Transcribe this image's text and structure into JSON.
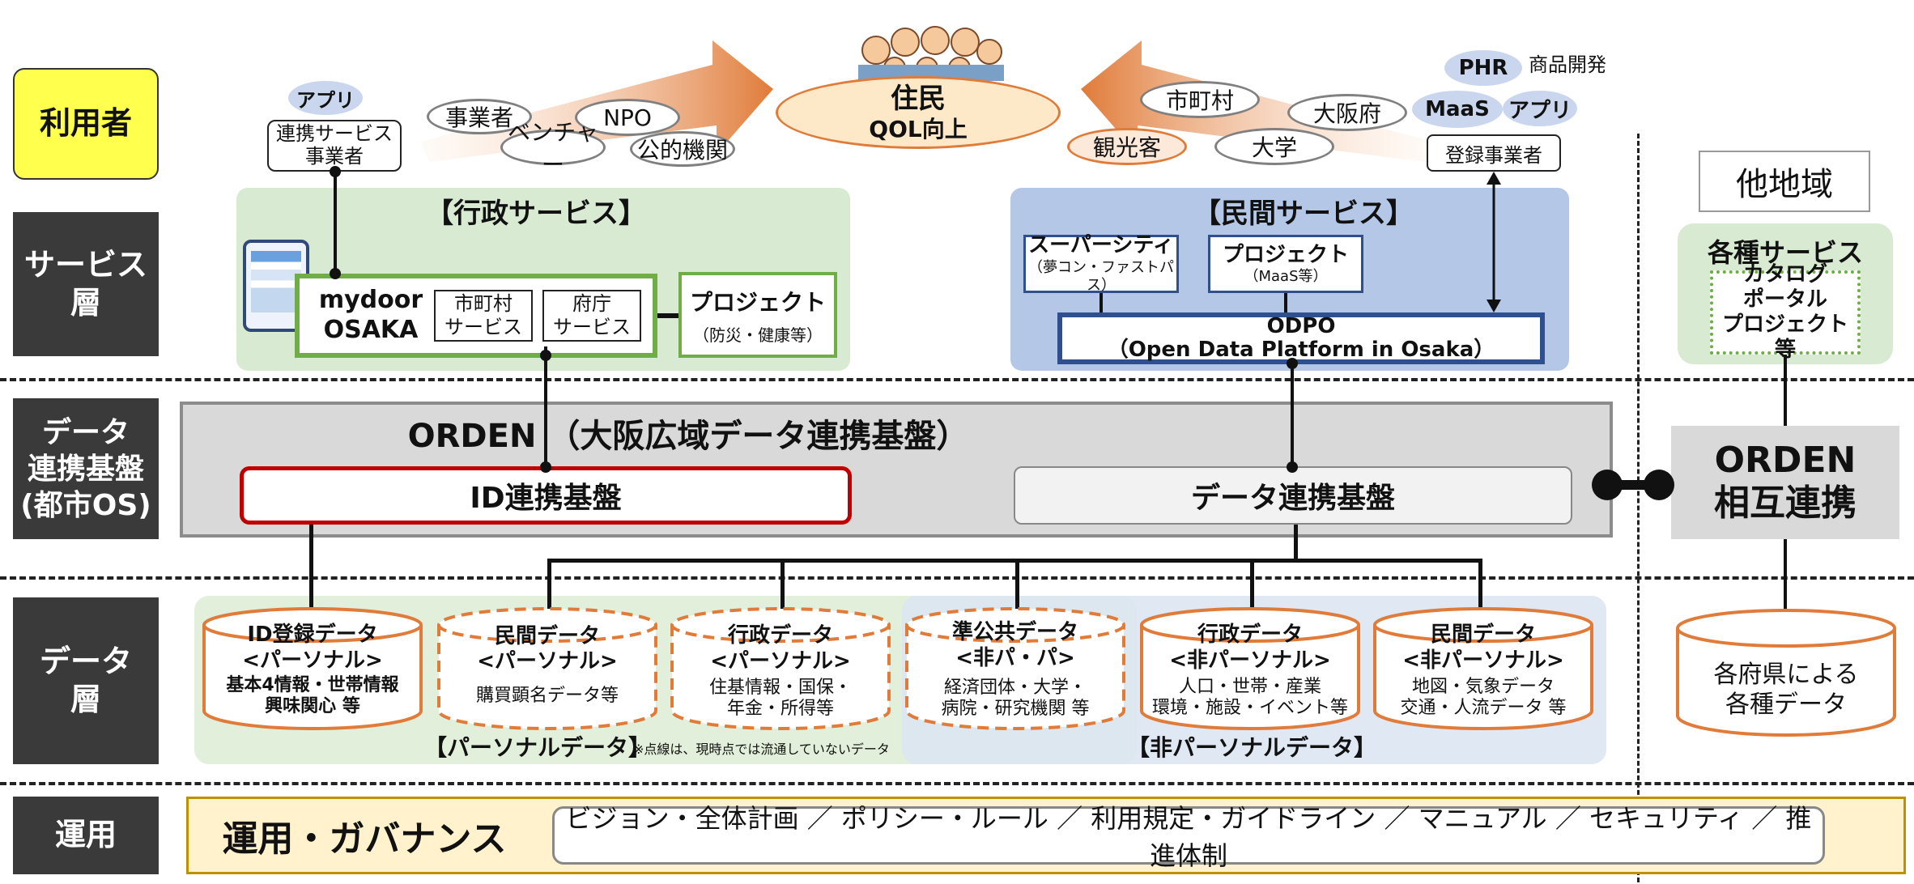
{
  "layers": {
    "users": "利用者",
    "service": "サービス\n層",
    "data_link": "データ\n連携基盤\n(都市OS)",
    "data": "データ\n層",
    "ops": "運用"
  },
  "users_area": {
    "app_badge_left": "アプリ",
    "linked_provider": "連携サービス\n事業者",
    "left_ovals": [
      "事業者",
      "NPO",
      "ベンチャー",
      "公的機関"
    ],
    "residents_title": "住民",
    "residents_sub": "QOL向上",
    "right_ovals": [
      "市町村",
      "大阪府",
      "観光客",
      "大学"
    ],
    "phr": "PHR",
    "product_dev": "商品開発",
    "maas": "MaaS",
    "app_badge_right": "アプリ",
    "registered": "登録事業者"
  },
  "gov_service": {
    "title": "【行政サービス】",
    "mydoor": "mydoor\nOSAKA",
    "municipal": "市町村\nサービス",
    "prefectural": "府庁\nサービス",
    "project_title": "プロジェクト",
    "project_sub": "（防災・健康等）"
  },
  "private_service": {
    "title": "【民間サービス】",
    "supercity_title": "スーパーシティ",
    "supercity_sub": "（夢コン・ファストパス）",
    "project_title": "プロジェクト",
    "project_sub": "（MaaS等）",
    "odpo_title": "ODPO",
    "odpo_sub": "（Open Data Platform in Osaka）"
  },
  "other_region": {
    "title": "他地域",
    "services_title": "各種サービス",
    "services_items": "カタログ\nポータル\nプロジェクト等",
    "orden_link": "ORDEN\n相互連携",
    "pref_data": "各府県による\n各種データ"
  },
  "orden": {
    "title": "ORDEN （大阪広域データ連携基盤）",
    "id_platform": "ID連携基盤",
    "data_platform": "データ連携基盤"
  },
  "data_layer": {
    "cylinders": [
      {
        "title": "ID登録データ\n<パーソナル>",
        "desc": "基本4情報・世帯情報\n興味関心 等",
        "style": "solid"
      },
      {
        "title": "民間データ\n<パーソナル>",
        "desc": "購買顕名データ等",
        "style": "dashed"
      },
      {
        "title": "行政データ\n<パーソナル>",
        "desc": "住基情報・国保・\n年金・所得等",
        "style": "dashed"
      },
      {
        "title": "準公共データ\n<非パ・パ>",
        "desc": "経済団体・大学・\n病院・研究機関 等",
        "style": "dashed"
      },
      {
        "title": "行政データ\n<非パーソナル>",
        "desc": "人口・世帯・産業\n環境・施設・イベント等",
        "style": "solid"
      },
      {
        "title": "民間データ\n<非パーソナル>",
        "desc": "地図・気象データ\n交通・人流データ 等",
        "style": "solid"
      }
    ],
    "personal_label": "【パーソナルデータ】",
    "note": "※点線は、現時点では流通していないデータ",
    "nonpersonal_label": "【非パーソナルデータ】"
  },
  "governance": {
    "title": "運用・ガバナンス",
    "items": "ビジョン・全体計画 ／ ポリシー・ルール ／ 利用規定・ガイドライン ／ マニュアル ／ セキュリティ ／ 推進体制"
  },
  "colors": {
    "label_bg": "#3a3a3a",
    "user_label": "#ffff4d",
    "gov_bg": "#d9ead3",
    "gov_border": "#70ad47",
    "private_bg": "#b4c7e7",
    "private_border": "#2f4f8f",
    "orden_bg": "#d9d9d9",
    "id_border": "#c00000",
    "cylinder_border": "#e07b39",
    "governance_bg": "#fff2cc"
  }
}
